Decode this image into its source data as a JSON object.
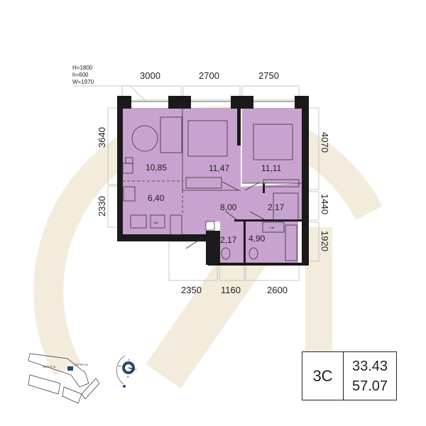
{
  "window_spec": {
    "line1": "H=1800",
    "line2": "h=600",
    "line3": "W=1970"
  },
  "dimensions": {
    "top": [
      "3000",
      "2700",
      "2750"
    ],
    "left": [
      "3640",
      "2330"
    ],
    "right": [
      "4070",
      "1440",
      "1920"
    ],
    "bottom": [
      "2350",
      "1160",
      "2600"
    ]
  },
  "rooms": {
    "living": "10,85",
    "kitchen": "6,40",
    "bedroom1": "11,47",
    "bedroom2": "11,11",
    "hall": "8,00",
    "closet": "2,17",
    "wc": "2,17",
    "bathroom": "4,90"
  },
  "appliance_labels": {
    "dishwasher": "НШ",
    "washer": "СМ"
  },
  "site_plan": {
    "building1": "ЛИТЕР 51",
    "building2": "ЛИТЕР 52"
  },
  "compass": {
    "north": "С",
    "south": "Ю",
    "west": "З",
    "east": "В"
  },
  "summary": {
    "type": "3C",
    "living_area": "33.43",
    "total_area": "57.07"
  },
  "colors": {
    "room_fill": "#c9a3cf",
    "wall": "#1a1a1a",
    "logo": "#f3ecdc",
    "accent": "#1f4a78"
  }
}
